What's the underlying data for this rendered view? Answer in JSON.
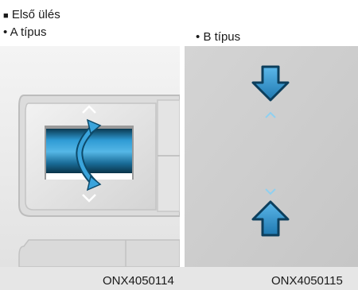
{
  "section": {
    "marker": "■",
    "title": "Első ülés"
  },
  "variants": {
    "a": {
      "bullet": "•",
      "label": "A típus",
      "code": "ONX4050114"
    },
    "b": {
      "bullet": "•",
      "label": "B típus",
      "code": "ONX4050115"
    }
  },
  "colors": {
    "arrow_blue": "#2a8fd0",
    "panel_bg_left": "#efefef",
    "panel_bg_right": "#cfcfcf",
    "caption_bg": "#e6e6e6"
  }
}
